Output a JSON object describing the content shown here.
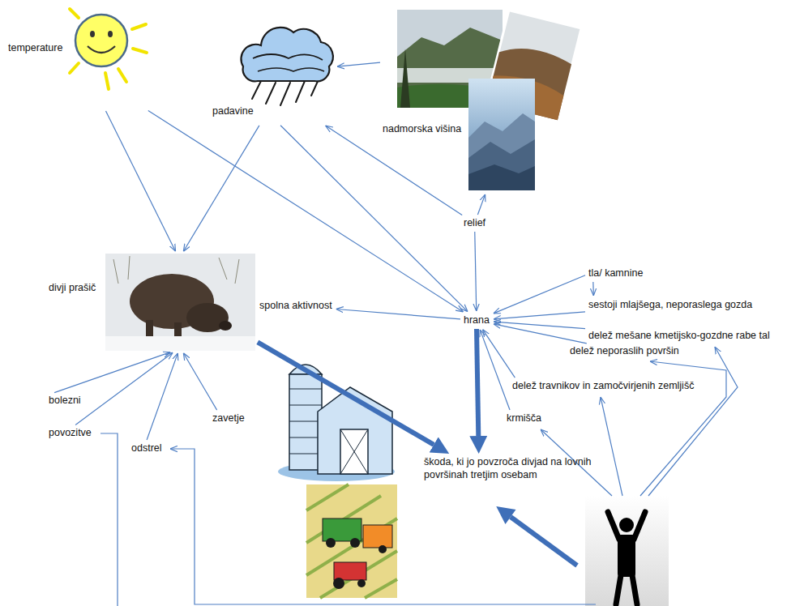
{
  "diagram": {
    "nodes": [
      {
        "text": [
          "temperature"
        ]
      },
      {
        "text": [
          "padavine"
        ]
      },
      {
        "text": [
          "nadmorska višina"
        ]
      },
      {
        "text": [
          "relief"
        ]
      },
      {
        "text": [
          "divji prašič"
        ]
      },
      {
        "text": [
          "spolna aktivnost"
        ]
      },
      {
        "text": [
          "hrana"
        ]
      },
      {
        "text": [
          "tla/ kamnine"
        ]
      },
      {
        "text": [
          "sestoji mlajšega, neporaslega gozda"
        ]
      },
      {
        "text": [
          "delež mešane kmetijsko-gozdne rabe tal"
        ]
      },
      {
        "text": [
          "delež neporaslih površin"
        ]
      },
      {
        "text": [
          "delež travnikov in zamočvirjenih zemljišč"
        ]
      },
      {
        "text": [
          "krmišča"
        ]
      },
      {
        "text": [
          "bolezni"
        ]
      },
      {
        "text": [
          "povozitve"
        ]
      },
      {
        "text": [
          "odstrel"
        ]
      },
      {
        "text": [
          "zavetje"
        ]
      },
      {
        "text": [
          "škoda, ki jo povzroča divjad na lovnih površinah tretjim osebam"
        ]
      }
    ],
    "edges": [
      {
        "from": 0,
        "to": 4,
        "arrow": "to"
      },
      {
        "from": 1,
        "to": 4,
        "arrow": "to"
      },
      {
        "from": 0,
        "to": 6,
        "arrow": "to"
      },
      {
        "from": 2,
        "to": 1,
        "arrow": "to"
      },
      {
        "from": 3,
        "to": 1,
        "arrow": "to"
      },
      {
        "from": 3,
        "to": 2,
        "arrow": "to"
      },
      {
        "from": 1,
        "to": 6,
        "arrow": "to"
      },
      {
        "from": 3,
        "to": 6,
        "arrow": "to"
      },
      {
        "from": 6,
        "to": 5,
        "arrow": "to"
      },
      {
        "from": 7,
        "to": 8,
        "arrow": "to"
      },
      {
        "from": 7,
        "to": 6,
        "arrow": "to"
      },
      {
        "from": 8,
        "to": 6,
        "arrow": "to"
      },
      {
        "from": 9,
        "to": 6,
        "arrow": "to"
      },
      {
        "from": 10,
        "to": 6,
        "arrow": "to"
      },
      {
        "from": 11,
        "to": 6,
        "arrow": "to"
      },
      {
        "from": 12,
        "to": 6,
        "arrow": "to"
      },
      {
        "from": 6,
        "to": 17,
        "arrow": "to"
      },
      {
        "from": 4,
        "to": 17,
        "arrow": "to"
      },
      {
        "from": 13,
        "to": 4,
        "arrow": "to"
      },
      {
        "from": 14,
        "to": 4,
        "arrow": "to"
      },
      {
        "from": 15,
        "to": 4,
        "arrow": "to"
      },
      {
        "from": 16,
        "to": 4,
        "arrow": "to"
      }
    ]
  }
}
